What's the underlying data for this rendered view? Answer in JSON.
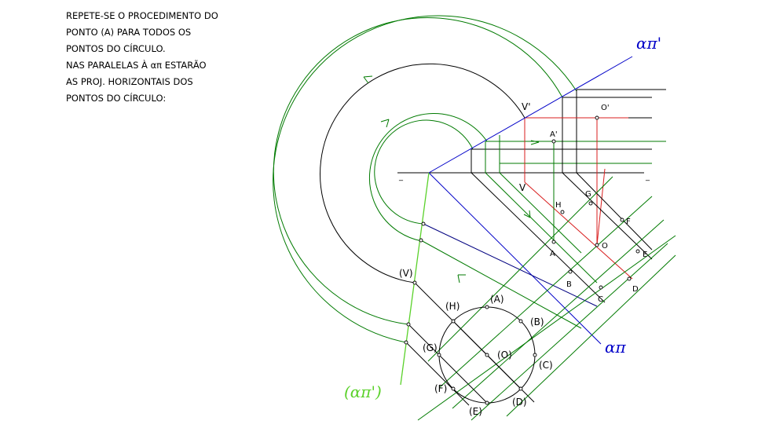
{
  "note_lines": [
    "REPETE-SE O PROCEDIMENTO DO",
    "PONTO (A) PARA TODOS OS",
    "PONTOS DO CÍRCULO.",
    "NAS PARALELAS À απ ESTARÃO",
    "AS PROJ. HORIZONTAIS DOS",
    "PONTOS DO CÍRCULO:"
  ],
  "trace_labels": {
    "frontal": "απ'",
    "horizontal": "απ",
    "rotated": "(απ')"
  },
  "axis_marks": {
    "left": "_",
    "right": "_"
  },
  "point_labels": {
    "V_prime": "V'",
    "V": "V",
    "V_rot": "(V)",
    "A_prime": "A'",
    "O_prime": "O'",
    "A": "A",
    "B": "B",
    "C": "C",
    "D": "D",
    "E": "E",
    "F": "F",
    "G": "G",
    "H": "H",
    "O": "O",
    "A_rot": "(A)",
    "B_rot": "(B)",
    "C_rot": "(C)",
    "D_rot": "(D)",
    "E_rot": "(E)",
    "F_rot": "(F)",
    "G_rot": "(G)",
    "H_rot": "(H)",
    "O_rot": "(O)"
  },
  "colors": {
    "black": "#000000",
    "green": "#007a00",
    "lime": "#5ad12a",
    "blue": "#0000c8",
    "red": "#d81e1e"
  }
}
